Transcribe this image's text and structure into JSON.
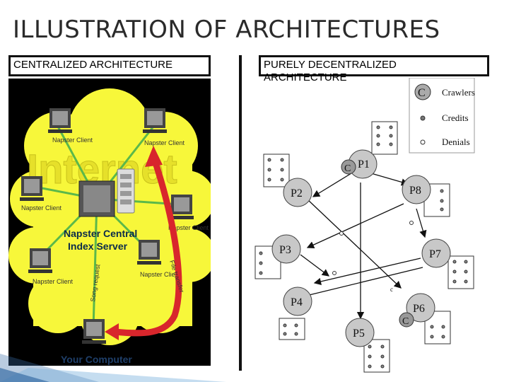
{
  "title": "ILLUSTRATION OF ARCHITECTURES",
  "left": {
    "caption": "CENTRALIZED ARCHITECTURE",
    "internet": "Internet",
    "clients": [
      "Napster Client",
      "Napster Client",
      "Napster Client",
      "Napster Client",
      "Napster Client",
      "Napster Client"
    ],
    "server_label": "Napster Central Index Server",
    "song_request": "Song request",
    "file_transfer": "File transfer",
    "your_computer": "Your Computer"
  },
  "right": {
    "caption": "PURELY DECENTRALIZED ARCHITECTURE",
    "legend": {
      "crawlers": "Crawlers",
      "credits": "Credits",
      "denials": "Denials",
      "crawler_symbol": "C"
    },
    "peers": [
      "P1",
      "P2",
      "P3",
      "P4",
      "P5",
      "P6",
      "P7",
      "P8"
    ]
  },
  "colors": {
    "cloud": "#f7f73a",
    "arrow_red": "#d8262c",
    "peer_fill": "#c8c8c8",
    "accent_blue": "#3a6ea5"
  }
}
